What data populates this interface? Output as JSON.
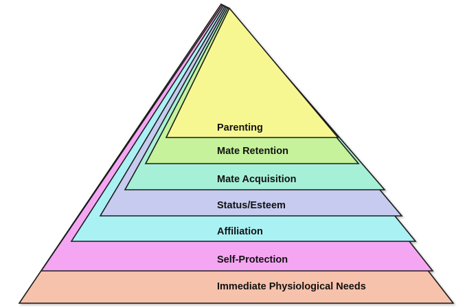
{
  "diagram": {
    "layers": [
      {
        "label": "Immediate Physiological Needs",
        "color": "#f7c2ab"
      },
      {
        "label": "Self-Protection",
        "color": "#f4a6f2"
      },
      {
        "label": "Affiliation",
        "color": "#aaf1f4"
      },
      {
        "label": "Status/Esteem",
        "color": "#c6cbef"
      },
      {
        "label": "Mate Acquisition",
        "color": "#a6f0d8"
      },
      {
        "label": "Mate Retention",
        "color": "#c5f29a"
      },
      {
        "label": "Parenting",
        "color": "#f7f792"
      }
    ]
  }
}
